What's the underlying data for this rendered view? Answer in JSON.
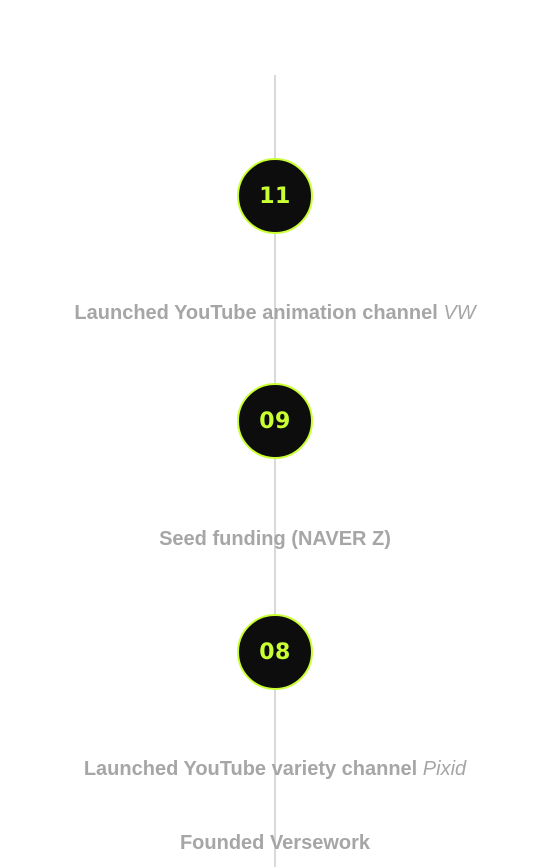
{
  "timeline": {
    "items": [
      {
        "month": "11",
        "event": "Launched YouTube animation channel ",
        "event_italic": "VW"
      },
      {
        "month": "09",
        "event": "Seed funding (NAVER Z)",
        "event_italic": ""
      },
      {
        "month": "08",
        "event": "Launched YouTube variety channel ",
        "event_italic": "Pixid"
      },
      {
        "month": "",
        "event": "Founded Versework",
        "event_italic": ""
      }
    ]
  },
  "colors": {
    "accent": "#c9ff33",
    "badge_bg": "#0d0d0d",
    "text": "#a6a6a6",
    "line": "#d9d9d9"
  }
}
